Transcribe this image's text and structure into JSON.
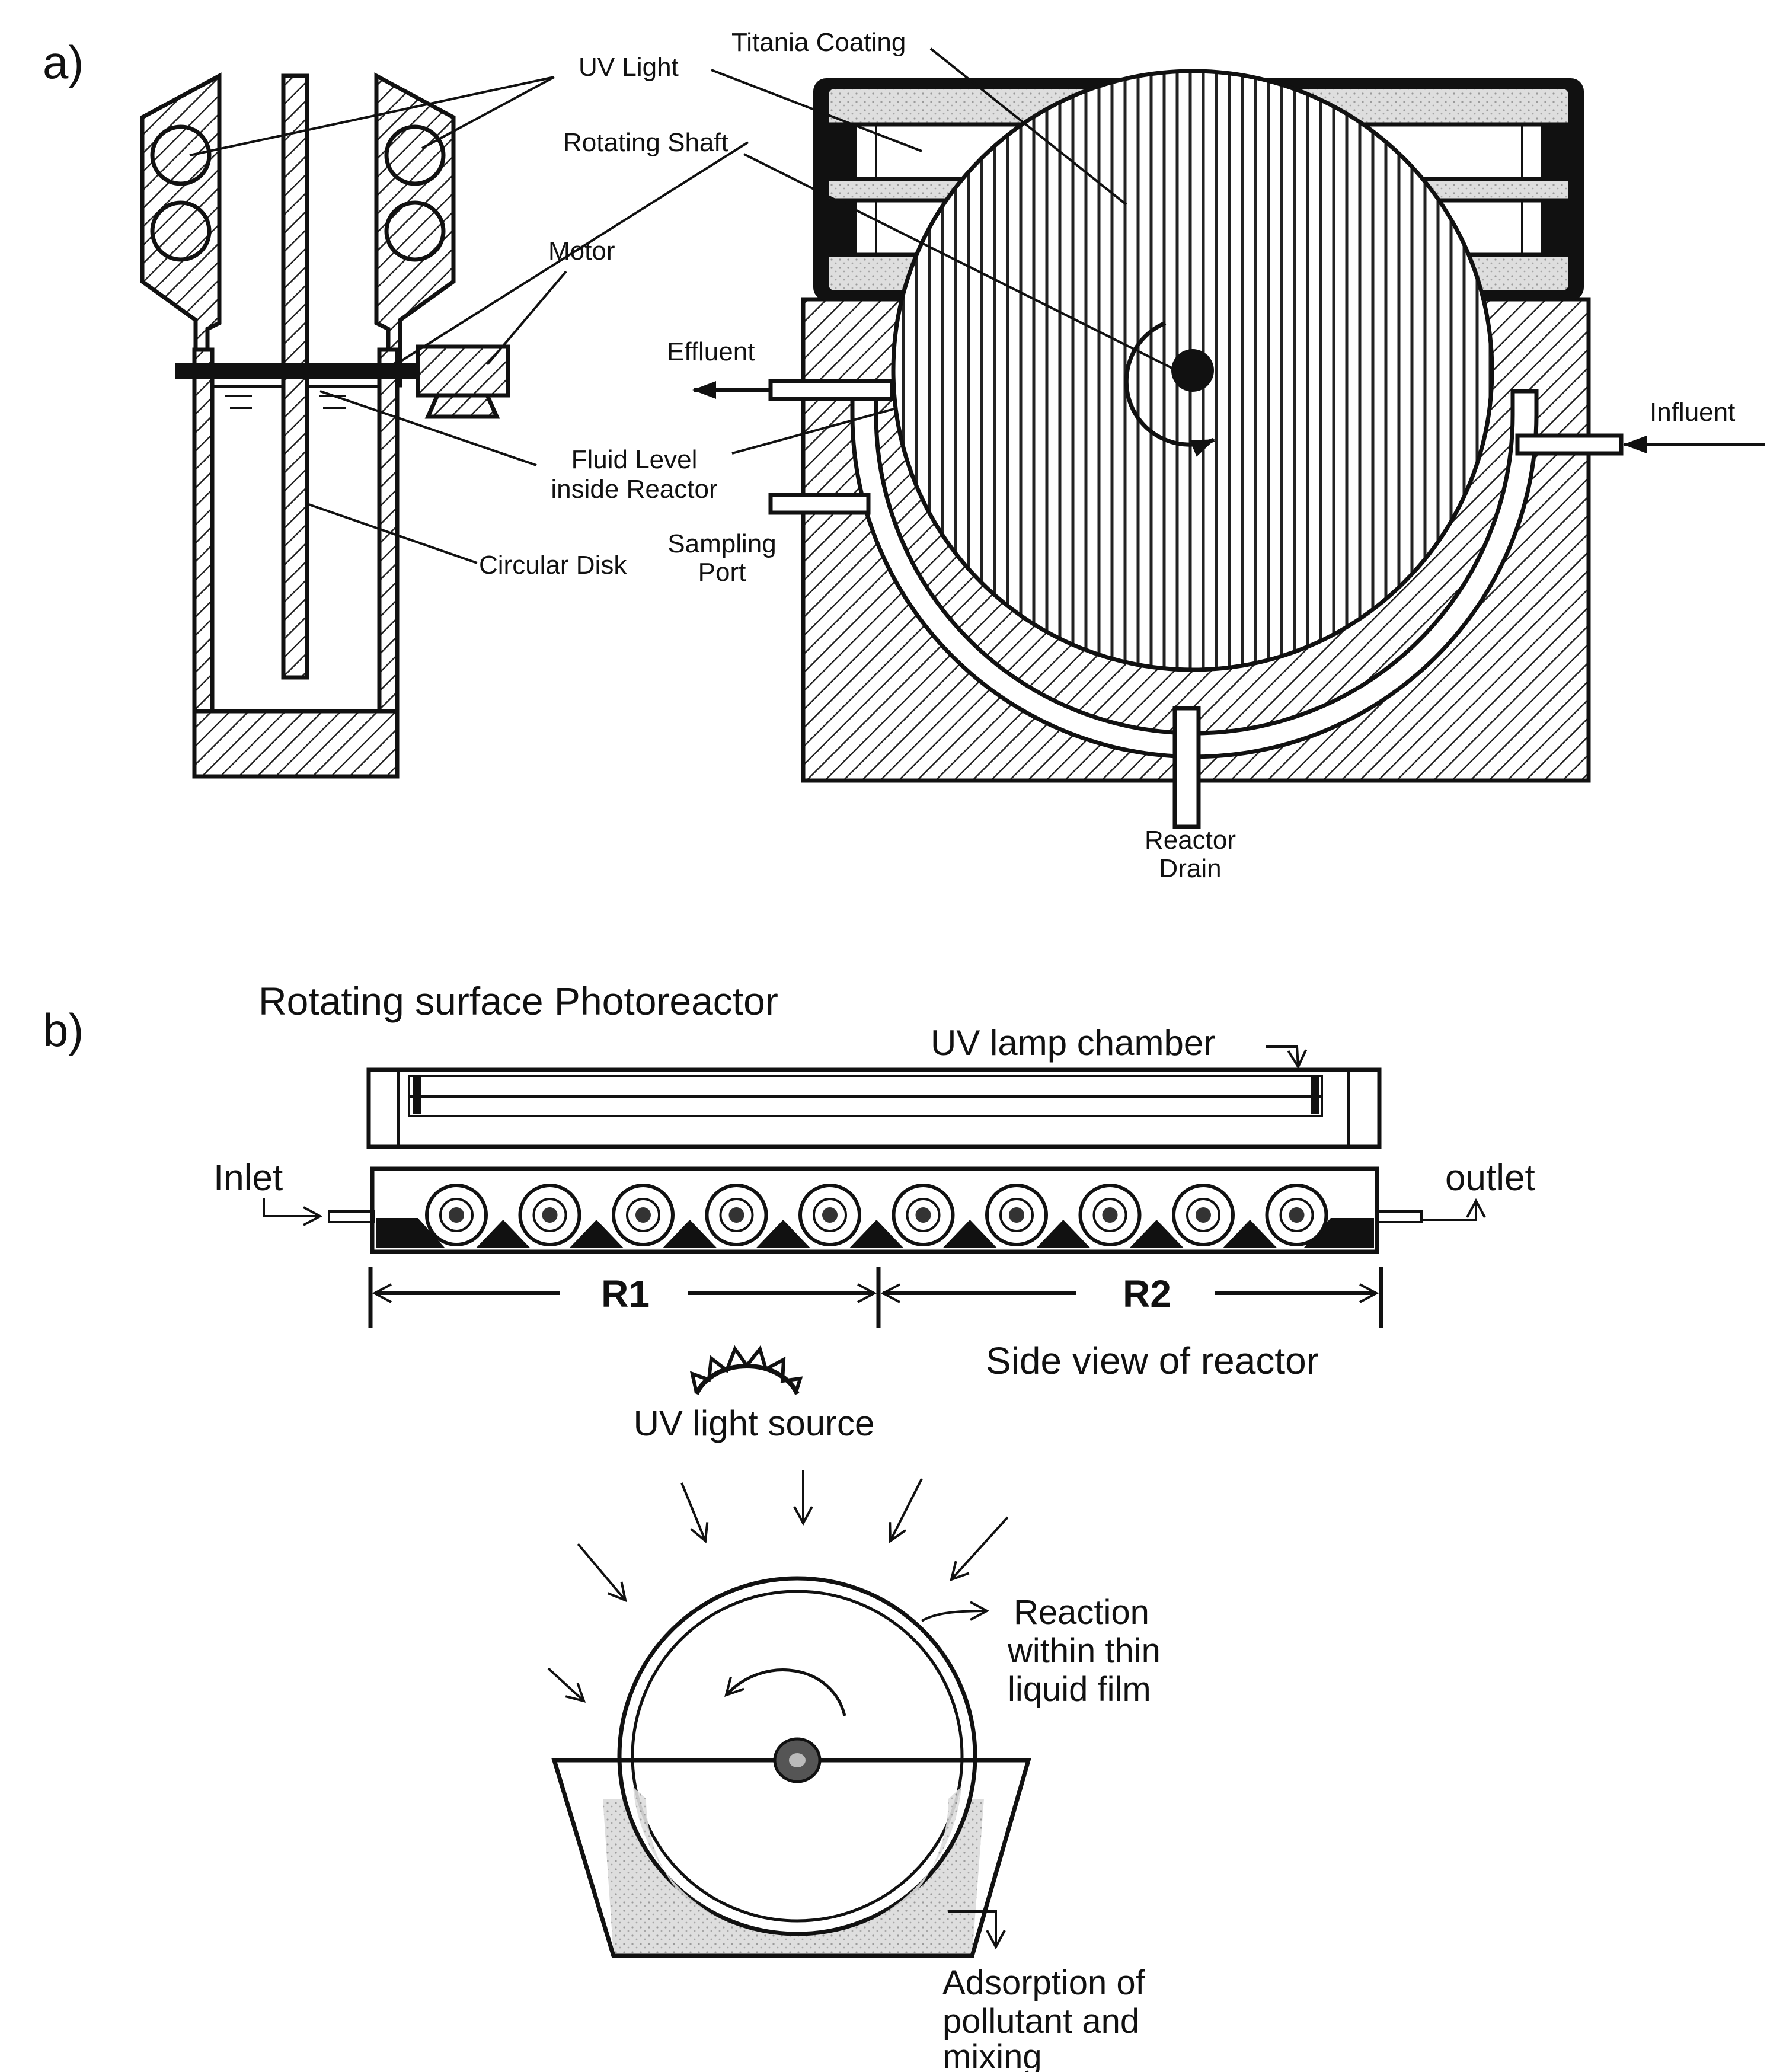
{
  "panel_a": {
    "letter": "a)",
    "labels": {
      "uv_light": "UV Light",
      "titania_coating": "Titania Coating",
      "rotating_shaft": "Rotating Shaft",
      "motor": "Motor",
      "effluent": "Effluent",
      "influent": "Influent",
      "fluid_level_1": "Fluid Level",
      "fluid_level_2": "inside Reactor",
      "circular_disk": "Circular Disk",
      "sampling_port_1": "Sampling",
      "sampling_port_2": "Port",
      "reactor_drain_1": "Reactor",
      "reactor_drain_2": "Drain"
    }
  },
  "panel_b": {
    "letter": "b)",
    "title": "Rotating surface Photoreactor",
    "labels": {
      "uv_lamp_chamber": "UV lamp chamber",
      "inlet": "Inlet",
      "outlet": "outlet",
      "r1": "R1",
      "r2": "R2",
      "side_view": "Side view of reactor",
      "uv_light_source": "UV light source",
      "reaction_1": "Reaction",
      "reaction_2": "within thin",
      "reaction_3": "liquid film",
      "adsorption_1": "Adsorption of",
      "adsorption_2": "pollutant and",
      "adsorption_3": "mixing"
    }
  }
}
